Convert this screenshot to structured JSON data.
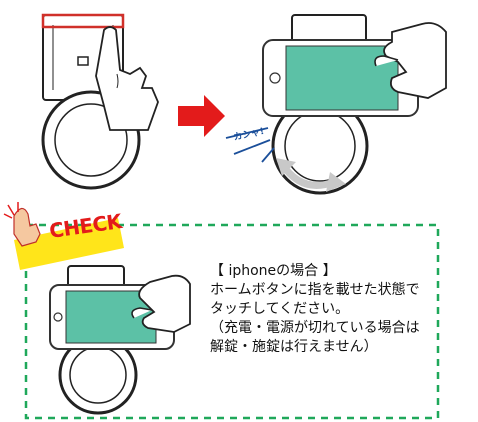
{
  "badge": {
    "label": "CHECK",
    "bg_color": "#ffe51a",
    "text_color": "#e31b1b"
  },
  "sound": {
    "label": "カシャ!"
  },
  "colors": {
    "screen": "#5cc1a6",
    "arrow": "#e31b1b",
    "dashed_border": "#1fa85a",
    "highlight": "#d0302a",
    "rotate_arrow": "#c8c8c8",
    "click_lines": "#1b4f9a"
  },
  "icons": {
    "step1": [
      "lock-device-icon",
      "finger-pointing-icon"
    ],
    "step2": [
      "phone-with-hand-icon",
      "rotate-arrow-icon",
      "click-sound-lines-icon"
    ],
    "transition": "red-arrow-right-icon",
    "check": "pointing-finger-icon"
  },
  "note": {
    "heading": "【 iphoneの場合 】",
    "lines": [
      "ホームボタンに指を載せた状態で",
      "タッチしてください。",
      "（充電・電源が切れている場合は",
      "解錠・施錠は行えません）"
    ]
  }
}
